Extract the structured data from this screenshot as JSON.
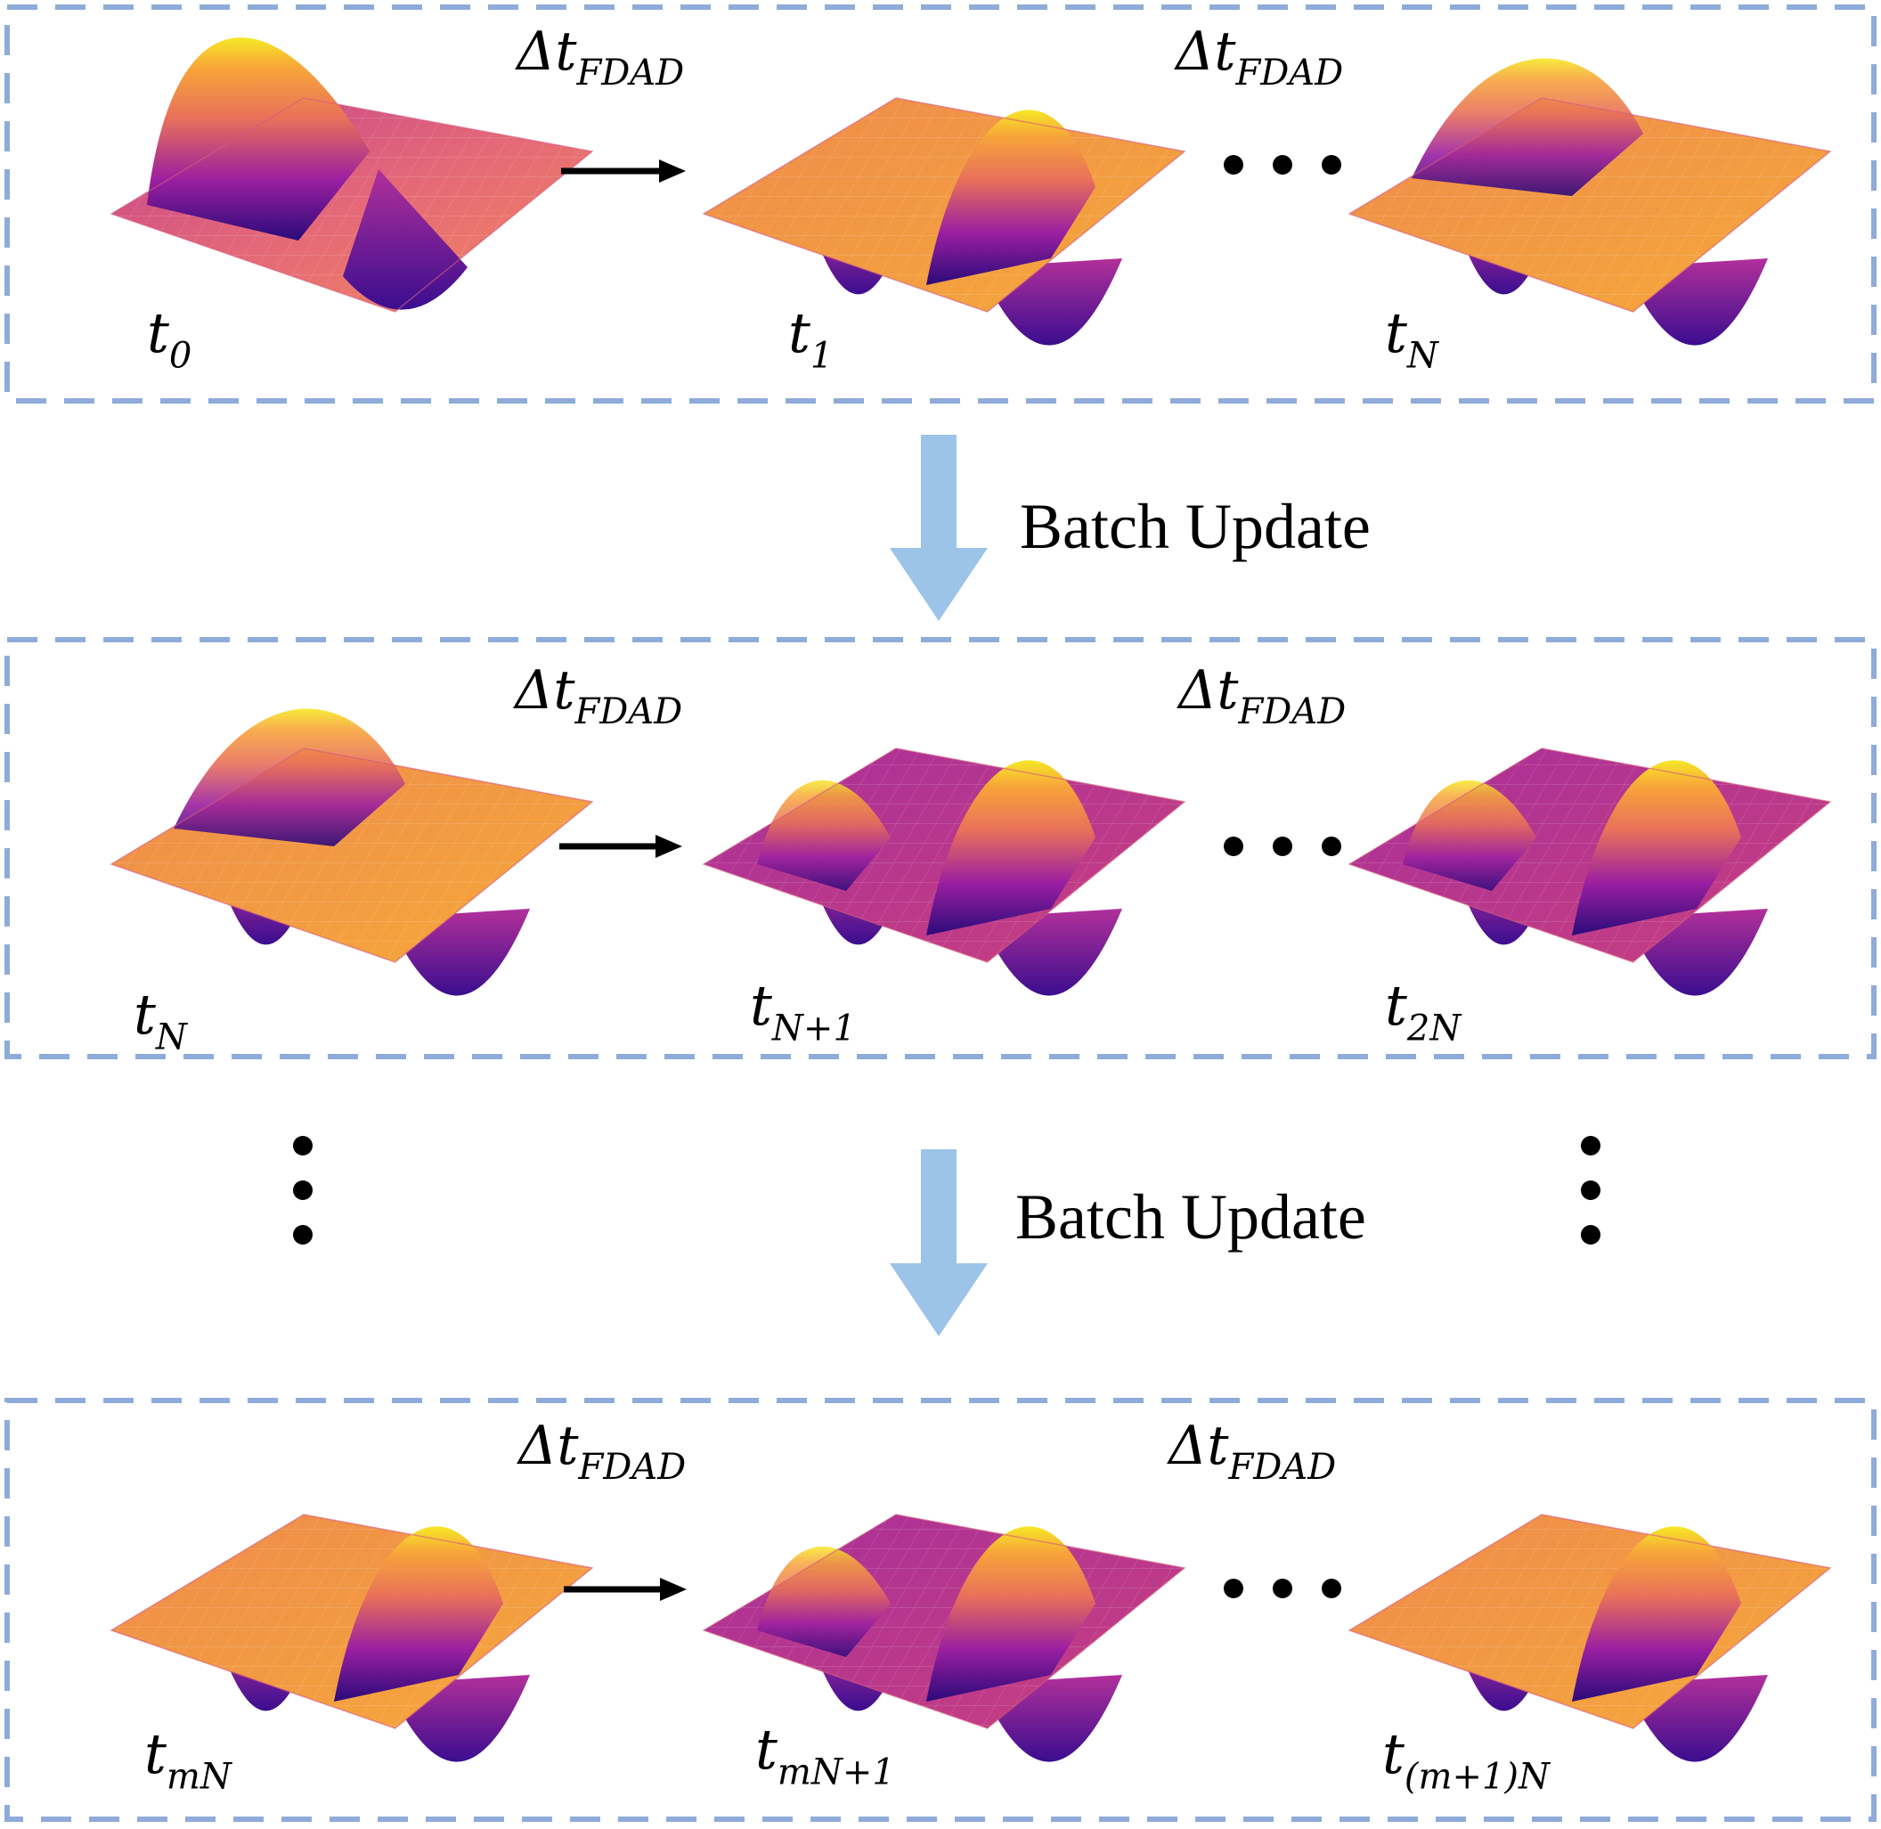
{
  "colors": {
    "panel_border": "#8fabd9",
    "down_arrow": "#9cc3e8",
    "arrow": "#000000",
    "surface_low": "#3d0a8c",
    "surface_mid": "#c33a8c",
    "surface_high": "#f6d62a"
  },
  "batch_update": [
    "Batch Update",
    "Batch Update"
  ],
  "rows": [
    {
      "delta_labels": [
        {
          "base": "Δt",
          "sub": "FDAD"
        },
        {
          "base": "Δt",
          "sub": "FDAD"
        }
      ],
      "time_labels": [
        {
          "base": "t",
          "sub": "0"
        },
        {
          "base": "t",
          "sub": "1"
        },
        {
          "base": "t",
          "sub": "N"
        }
      ]
    },
    {
      "delta_labels": [
        {
          "base": "Δt",
          "sub": "FDAD"
        },
        {
          "base": "Δt",
          "sub": "FDAD"
        }
      ],
      "time_labels": [
        {
          "base": "t",
          "sub": "N"
        },
        {
          "base": "t",
          "sub": "N+1"
        },
        {
          "base": "t",
          "sub": "2N"
        }
      ]
    },
    {
      "delta_labels": [
        {
          "base": "Δt",
          "sub": "FDAD"
        },
        {
          "base": "Δt",
          "sub": "FDAD"
        }
      ],
      "time_labels": [
        {
          "base": "t",
          "sub": "mN"
        },
        {
          "base": "t",
          "sub": "mN+1"
        },
        {
          "base": "t",
          "sub": "(m+1)N"
        }
      ]
    }
  ],
  "icons": {
    "right_arrow": "right-arrow-icon",
    "down_arrow": "down-arrow-icon",
    "ellipsis": "ellipsis-icon",
    "vertical_ellipsis": "vertical-ellipsis-icon"
  }
}
